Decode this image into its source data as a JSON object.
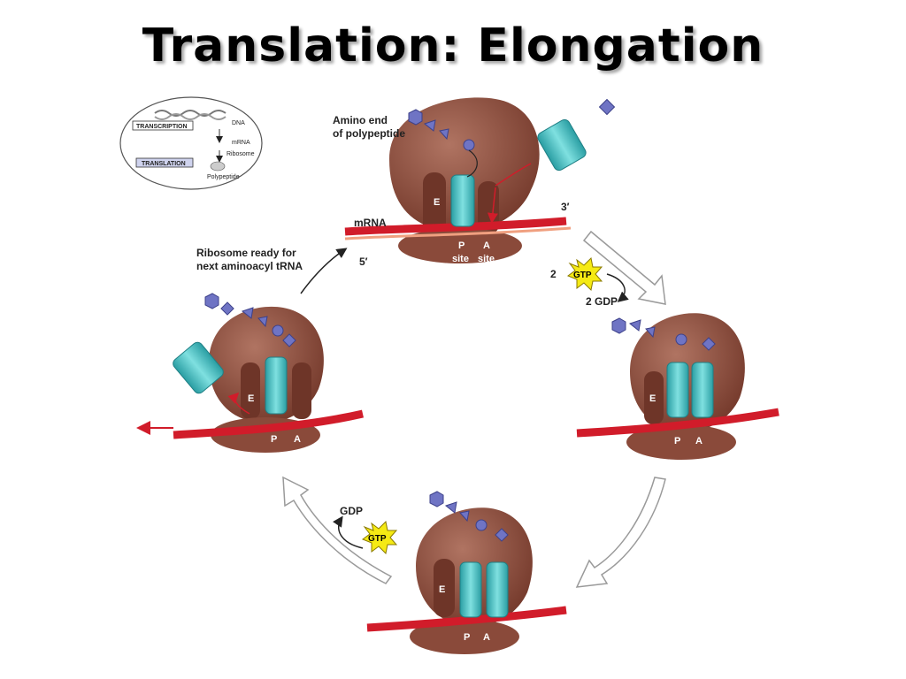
{
  "title": "Translation: Elongation",
  "inset": {
    "dna": "DNA",
    "transcription": "TRANSCRIPTION",
    "mrna": "mRNA",
    "ribosome": "Ribosome",
    "translation": "TRANSLATION",
    "polypeptide": "Polypeptide"
  },
  "labels": {
    "amino_end_line1": "Amino end",
    "amino_end_line2": "of polypeptide",
    "mrna": "mRNA",
    "three_prime": "3′",
    "five_prime": "5′",
    "p_site_letter": "P",
    "a_site_letter": "A",
    "e_site_letter": "E",
    "site_word": "site",
    "ready_line1": "Ribosome ready for",
    "ready_line2": "next aminoacyl tRNA",
    "two_gtp_count": "2",
    "gtp": "GTP",
    "two_gdp": "2 GDP",
    "gdp": "GDP"
  },
  "colors": {
    "ribosome": "#8a4a3a",
    "ribosome_dark": "#6e3528",
    "trna": "#3fb8b8",
    "mrna": "#d11c2a",
    "gtp_burst": "#f5ea14",
    "amino_acid": "#6f74c4"
  }
}
